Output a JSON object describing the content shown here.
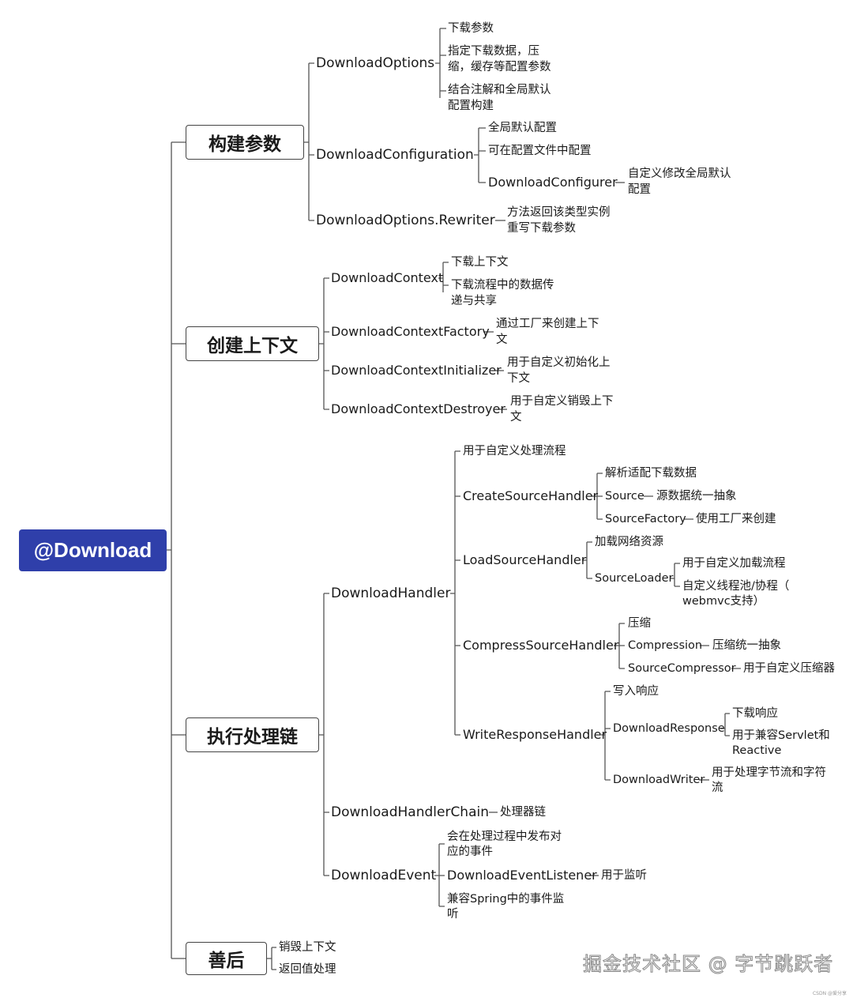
{
  "colors": {
    "root_bg": "#2f3faa",
    "line": "#555555"
  },
  "root": "@Download",
  "stages": {
    "build": "构建参数",
    "context": "创建上下文",
    "chain": "执行处理链",
    "cleanup": "善后"
  },
  "build": {
    "options": "DownloadOptions",
    "options_notes": [
      "下载参数",
      "指定下载数据，压",
      "缩，缓存等配置参数",
      "结合注解和全局默认",
      "配置构建"
    ],
    "configuration": "DownloadConfiguration",
    "configuration_notes": [
      "全局默认配置",
      "可在配置文件中配置"
    ],
    "configurer": "DownloadConfigurer",
    "configurer_note": [
      "自定义修改全局默认",
      "配置"
    ],
    "rewriter": "DownloadOptions.Rewriter",
    "rewriter_note": [
      "方法返回该类型实例",
      "重写下载参数"
    ]
  },
  "context": {
    "ctx": "DownloadContext",
    "ctx_notes": [
      "下载上下文",
      "下载流程中的数据传",
      "递与共享"
    ],
    "factory": "DownloadContextFactory",
    "factory_note": [
      "通过工厂来创建上下",
      "文"
    ],
    "initializer": "DownloadContextInitializer",
    "initializer_note": [
      "用于自定义初始化上",
      "下文"
    ],
    "destroyer": "DownloadContextDestroyer",
    "destroyer_note": [
      "用于自定义销毁上下",
      "文"
    ]
  },
  "chain": {
    "handler": "DownloadHandler",
    "handler_note": "用于自定义处理流程",
    "create": "CreateSourceHandler",
    "create_items": [
      "解析适配下载数据",
      "Source",
      "源数据统一抽象",
      "SourceFactory",
      "使用工厂来创建"
    ],
    "load": "LoadSourceHandler",
    "load_items": [
      "加载网络资源",
      "SourceLoader",
      "用于自定义加载流程",
      "自定义线程池/协程（",
      "webmvc支持）"
    ],
    "compress": "CompressSourceHandler",
    "compress_items": [
      "压缩",
      "Compression",
      "压缩统一抽象",
      "SourceCompressor",
      "用于自定义压缩器"
    ],
    "write": "WriteResponseHandler",
    "write_items": [
      "写入响应",
      "DownloadResponse",
      "下载响应",
      "用于兼容Servlet和",
      "Reactive",
      "DownloadWriter",
      "用于处理字节流和字符",
      "流"
    ],
    "handler_chain": "DownloadHandlerChain",
    "handler_chain_note": "处理器链",
    "event": "DownloadEvent",
    "event_items": [
      "会在处理过程中发布对",
      "应的事件",
      "DownloadEventListener",
      "用于监听",
      "兼容Spring中的事件监",
      "听"
    ]
  },
  "cleanup": {
    "items": [
      "销毁上下文",
      "返回值处理"
    ]
  },
  "watermark": "掘金技术社区 @ 字节跳跃者",
  "watermark_small": "CSDN @爱分享"
}
